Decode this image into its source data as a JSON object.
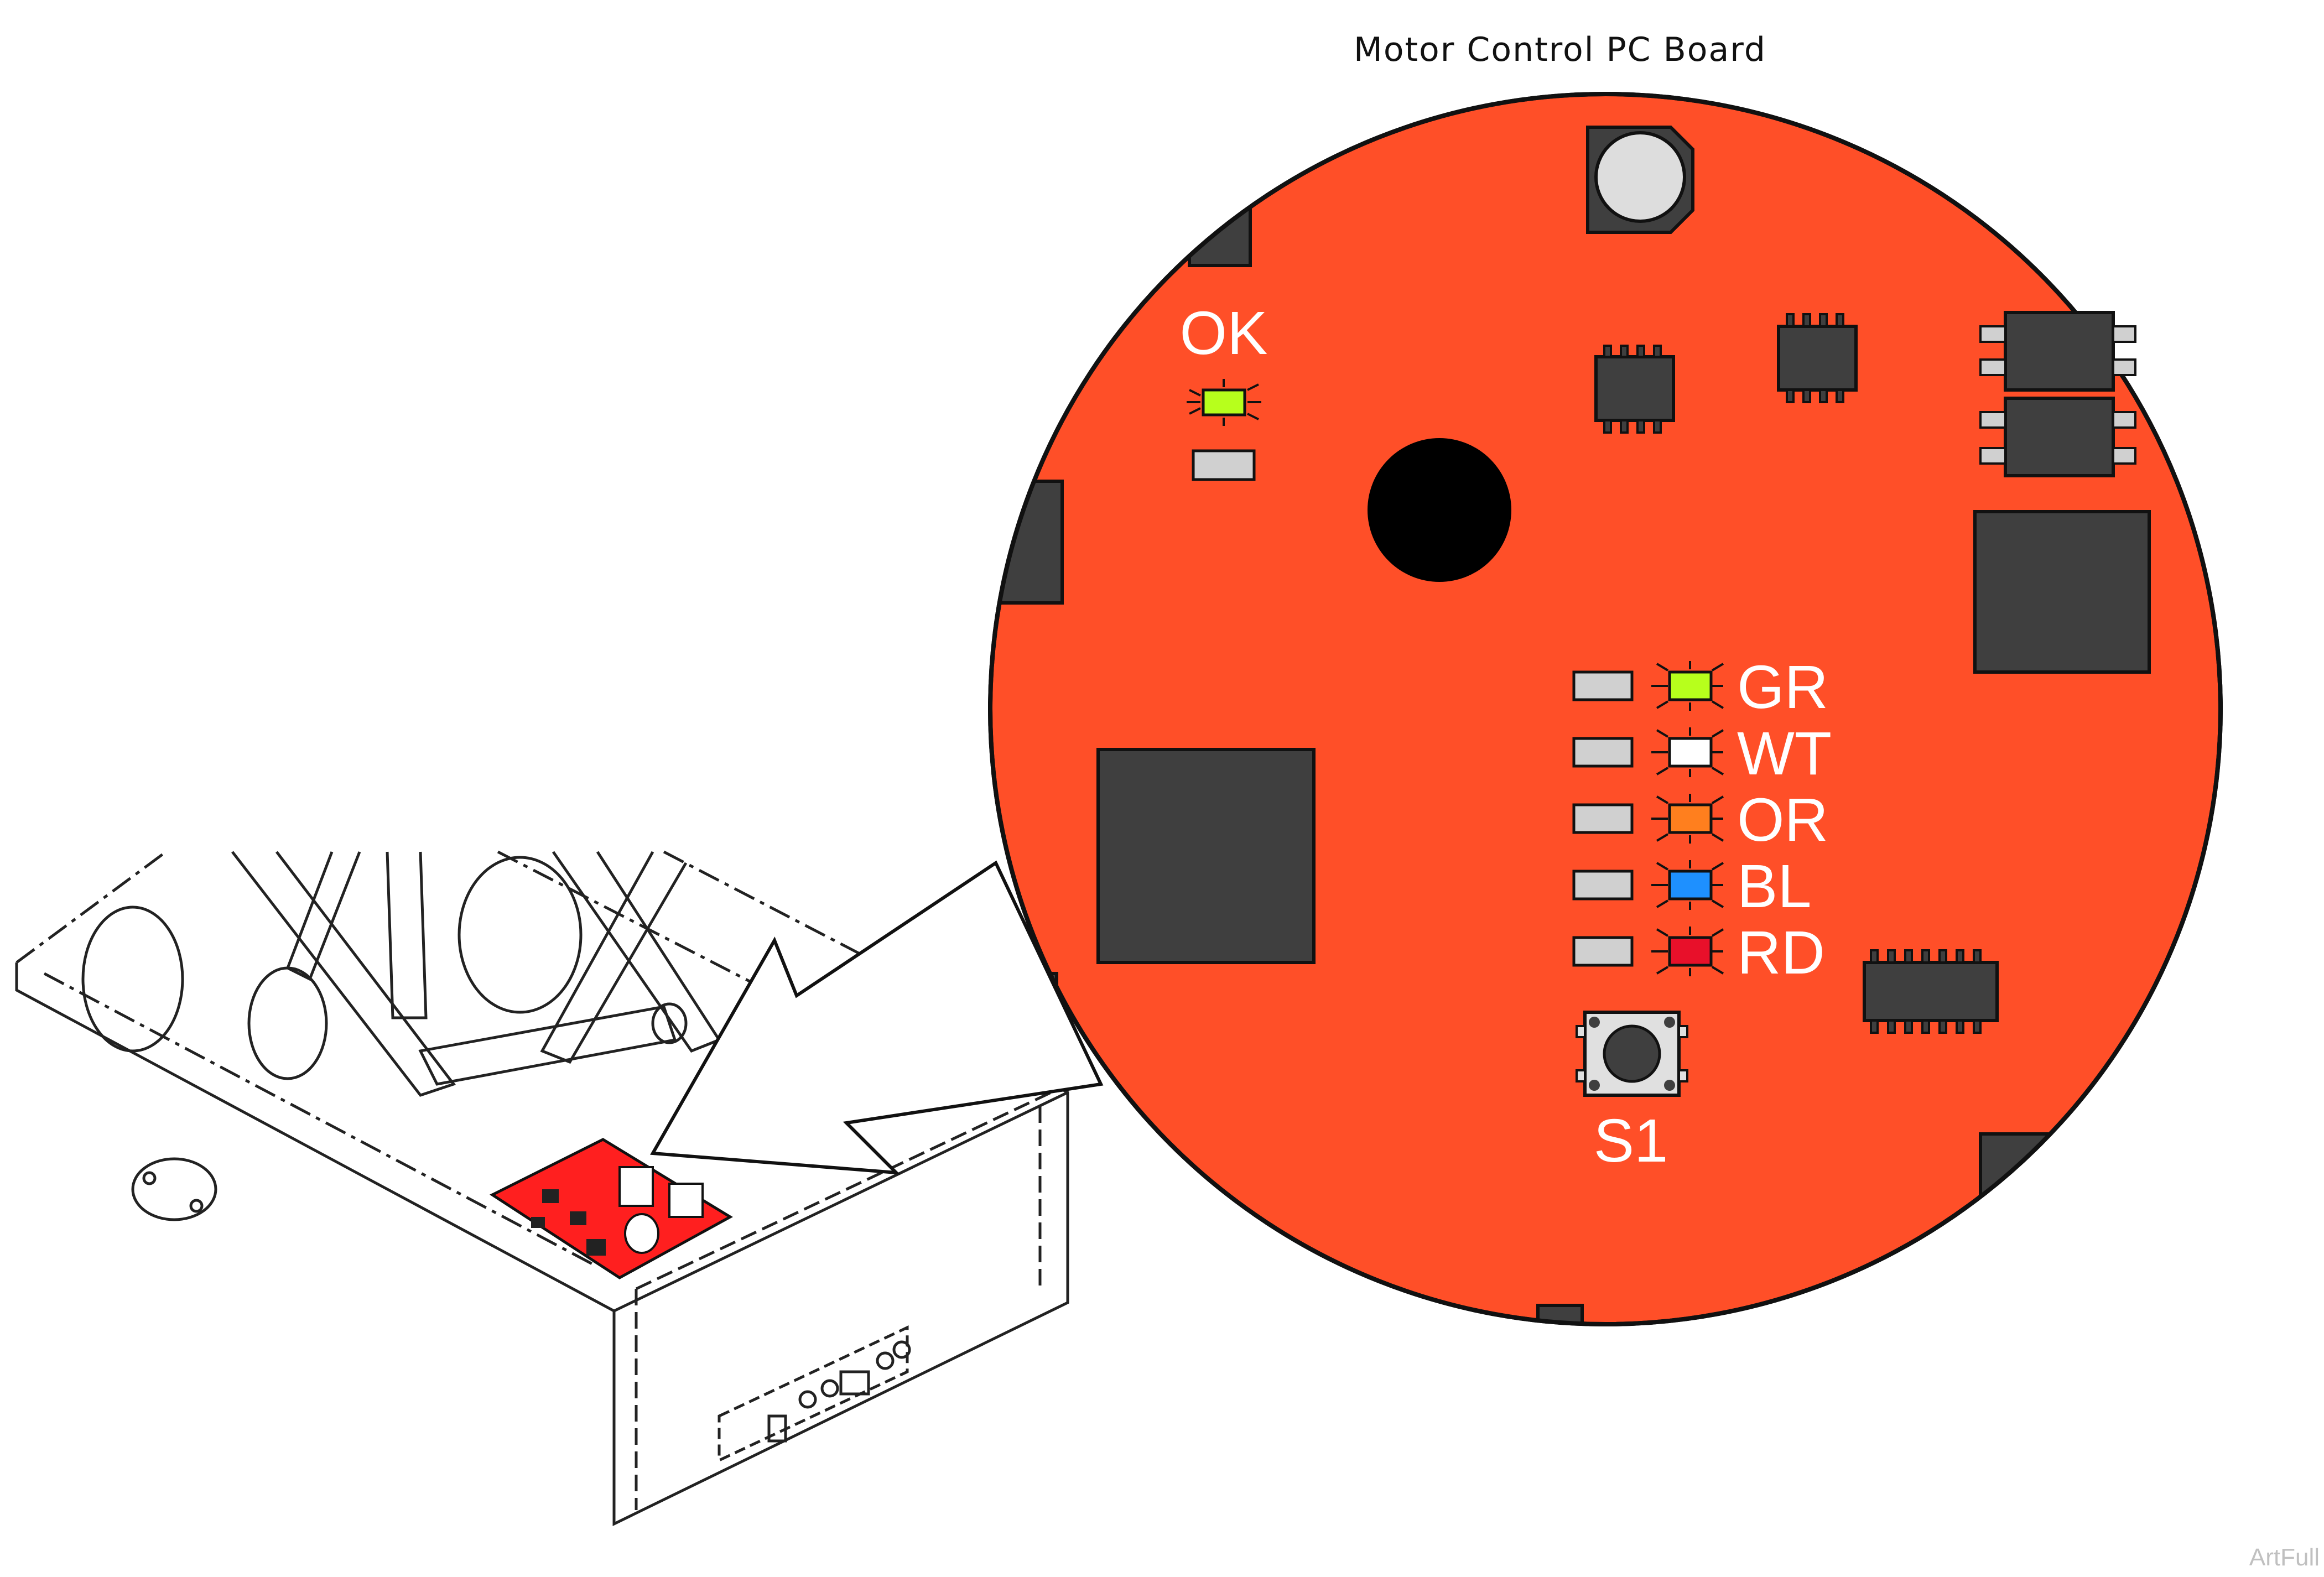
{
  "title": "Motor Control PC Board",
  "watermark": "ArtFull",
  "colors": {
    "board": "#ff4f28",
    "component": "#3f3f3f",
    "pad": "#d0d0d0",
    "hole": "#000000",
    "label": "#ffffff"
  },
  "ok_led": {
    "label": "OK",
    "color": "#b7ff1c"
  },
  "status_leds": [
    {
      "label": "GR",
      "color": "#b7ff1c"
    },
    {
      "label": "WT",
      "color": "#ffffff"
    },
    {
      "label": "OR",
      "color": "#ff7f1e"
    },
    {
      "label": "BL",
      "color": "#1e90ff"
    },
    {
      "label": "RD",
      "color": "#e8102a"
    }
  ],
  "switch": {
    "label": "S1"
  }
}
